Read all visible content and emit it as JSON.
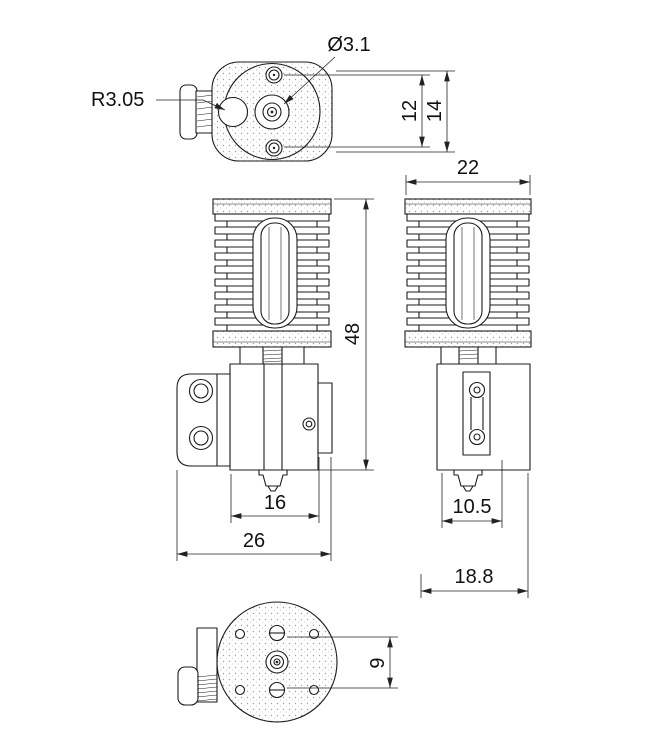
{
  "colors": {
    "line": "#1c1c1c",
    "background": "#ffffff"
  },
  "views": {
    "top": {
      "dim_hole_diameter": "Ø3.1",
      "dim_radius": "R3.05",
      "dim_inner_height": "12",
      "dim_outer_height": "14"
    },
    "front": {
      "dim_total_height": "48",
      "dim_block_width": "16",
      "dim_overall_width": "26"
    },
    "side": {
      "dim_top_width": "22",
      "dim_lower_width": "10.5",
      "dim_overall_depth": "18.8"
    },
    "bottom": {
      "dim_hole_spacing": "9"
    }
  }
}
